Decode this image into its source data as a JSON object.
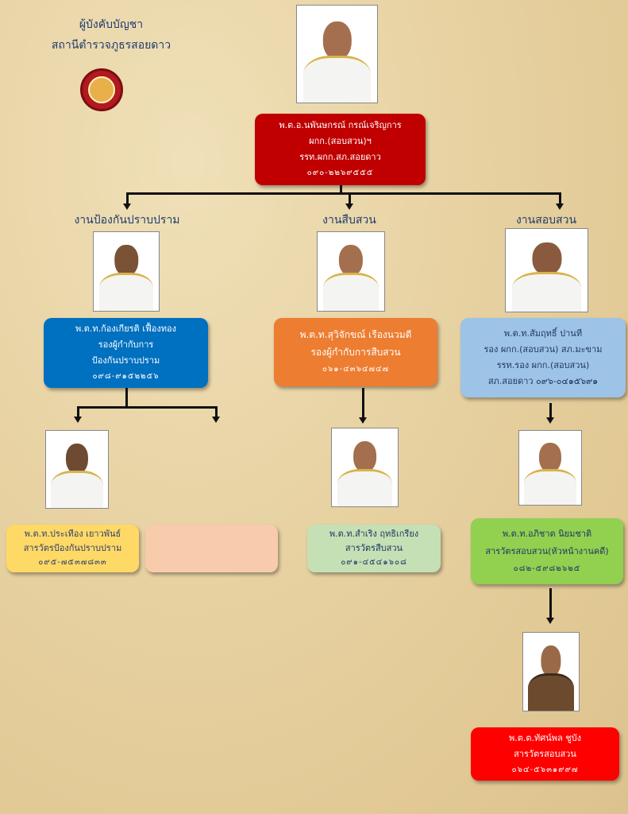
{
  "header": {
    "title_line1": "ผู้บังคับบัญชา",
    "title_line2": "สถานีตำรวจภูธรสอยดาว",
    "logo": "police-station-emblem"
  },
  "colors": {
    "top": "#c00000",
    "blue": "#0070c0",
    "orange": "#ed7d31",
    "light_blue": "#9dc3e6",
    "yellow": "#ffd966",
    "peach": "#f8cbad",
    "light_green": "#c5e0b4",
    "green": "#92d050",
    "red": "#ff0000"
  },
  "top": {
    "name": "พ.ต.อ.นพันษกรณ์  กรณ์เจริญการ",
    "line2": "ผกก.(สอบสวน)ฯ",
    "line3": "รรท.ผกก.สภ.สอยดาว",
    "phone": "๐๙๐-๒๒๖๙๕๕๕"
  },
  "sections": [
    {
      "label": "งานป้องกันปราบปราม",
      "head": {
        "name": "พ.ต.ท.ก้องเกียรติ  เฟื้องทอง",
        "line2": "รองผู้กำกับการ",
        "line3": "ป้องกันปราบปราม",
        "phone": "๐๙๘-๙๑๕๒๒๕๖"
      },
      "staff": [
        {
          "name": "พ.ต.ท.ประเทือง  เยาวพันธ์",
          "line2": "สารวัตรป้องกันปราบปราม",
          "phone": "๐๙๕-๗๕๓๗๘๓๓"
        }
      ]
    },
    {
      "label": "งานสืบสวน",
      "head": {
        "name": "พ.ต.ท.สุวิจักขณ์  เรืองนวมดี",
        "line2": "รองผู้กำกับการสืบสวน",
        "phone": "๐๖๑-๔๓๖๔๗๔๗"
      },
      "staff": [
        {
          "name": "พ.ต.ท.สำเริง  ฤทธิเกรียง",
          "line2": "สารวัตรสืบสวน",
          "phone": "๐๙๑-๔๕๔๑๖๐๘"
        }
      ]
    },
    {
      "label": "งานสอบสวน",
      "head": {
        "name": "พ.ต.ท.สัมฤทธิ์  ปานที",
        "line2": "รอง  ผกก.(สอบสวน) สภ.มะขาม",
        "line3": "รรท.รอง ผกก.(สอบสวน)",
        "line4": "สภ.สอยดาว  ๐๙๖-๐๔๑๕๖๙๑"
      },
      "staff": [
        {
          "name": "พ.ต.ท.อภิชาต  นิยมชาติ",
          "line2": "สารวัตรสอบสวน(หัวหน้างานคดี)",
          "phone": "๐๘๒-๕๙๘๒๖๒๕"
        },
        {
          "name": "พ.ต.ต.ทัศน์พล  ชูบัง",
          "line2": "สารวัตรสอบสวน",
          "phone": "๐๖๔-๕๖๓๑๙๙๗"
        }
      ]
    }
  ]
}
